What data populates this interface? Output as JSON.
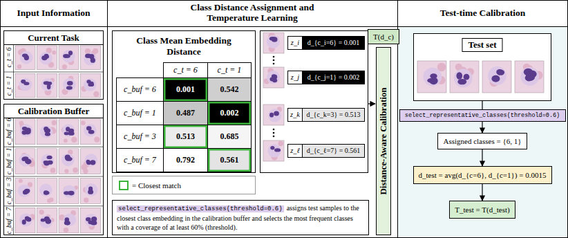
{
  "diagram": {
    "nodes": [
      {
        "text": [
          "Input Information"
        ]
      },
      {
        "text": [
          "Current Task"
        ],
        "in": 0
      },
      {
        "text": [
          "Calibration Buffer"
        ],
        "in": 0
      },
      {
        "text": [
          "Class Distance Assignment and Temperature Learning"
        ]
      },
      {
        "text": [
          "Class Mean Embedding Distance"
        ],
        "in": 3
      },
      {
        "text": [
          "select_representative_classes(threshold=0.6)",
          "assigns test samples to the closest class embedding in the calibration buffer and selects the most frequent classes with a coverage of at least 60% (threshold)."
        ],
        "in": 3
      },
      {
        "text": [
          "T(d_c)"
        ],
        "in": 3
      },
      {
        "text": [
          "Distance-Aware Calibration"
        ],
        "in": 3
      },
      {
        "text": [
          "Test-time Calibration"
        ]
      },
      {
        "text": [
          "Test set"
        ],
        "in": 8
      },
      {
        "text": [
          "select_representative_classes(threshold=0.6)"
        ],
        "in": 8
      },
      {
        "text": [
          "Assigned classes = {6, 1}"
        ],
        "in": 8
      },
      {
        "text": [
          "d_test = avg(d_{c=6}, d_{c=1}) = 0.0015"
        ],
        "in": 8
      },
      {
        "text": [
          "T_test = T(d_test)"
        ],
        "in": 8
      }
    ],
    "edges": [
      {
        "from": 9,
        "to": 10,
        "arrow": "none"
      },
      {
        "from": 10,
        "to": 11,
        "arrow": "to"
      },
      {
        "from": 11,
        "to": 12,
        "arrow": "to"
      },
      {
        "from": 12,
        "to": 13,
        "arrow": "to"
      }
    ],
    "labels": [
      "c_t = 6",
      "c_t = 1",
      "c_buf = 6",
      "c_buf = 1",
      "c_buf = 3",
      "c_buf = 7",
      "c_t = 6",
      "c_t = 1",
      "c_buf = 6",
      "0.001",
      "0.542",
      "c_buf = 1",
      "0.487",
      "0.002",
      "c_buf = 3",
      "0.513",
      "0.685",
      "c_buf = 7",
      "0.792",
      "0.561",
      "z_i",
      "d_{c_i=6} = 0.001",
      "z_j",
      "d_{c_j=1} = 0.002",
      "z_k",
      "d_{c_k=3} = 0.513",
      "z_ℓ",
      "d_{c_ℓ=7} = 0.561"
    ],
    "legend": [
      {
        "text": "= Closest match"
      }
    ]
  }
}
